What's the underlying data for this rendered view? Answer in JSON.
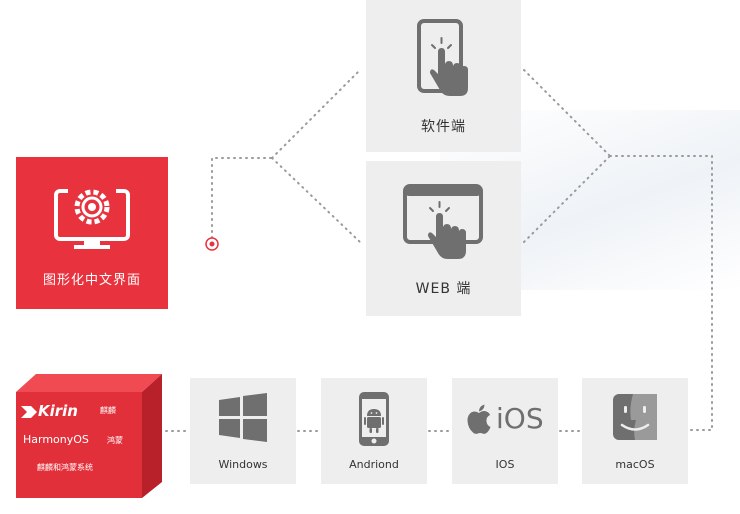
{
  "diagram": {
    "source": {
      "label": "图形化中文界面",
      "icon": "monitor-gear-icon"
    },
    "targets": [
      {
        "label": "软件端",
        "icon": "tablet-touch-icon"
      },
      {
        "label": "WEB 端",
        "icon": "browser-touch-icon"
      }
    ],
    "system": {
      "brand_primary": "Kirin",
      "brand_primary_cn": "麒麟",
      "brand_secondary": "HarmonyOS",
      "brand_secondary_cn": "鸿蒙",
      "subtitle": "麒麟和鸿蒙系统"
    },
    "platforms": [
      {
        "label": "Windows",
        "icon": "windows-logo-icon"
      },
      {
        "label": "Andriond",
        "icon": "android-phone-icon"
      },
      {
        "label": "IOS",
        "icon": "apple-ios-logo-icon",
        "logo_text": "iOS"
      },
      {
        "label": "macOS",
        "icon": "macos-finder-icon"
      }
    ]
  },
  "colors": {
    "accent_red": "#e8333f",
    "box_gray": "#eeeeee",
    "icon_gray": "#6f6f6f",
    "connector_gray": "#9a9a9a"
  }
}
